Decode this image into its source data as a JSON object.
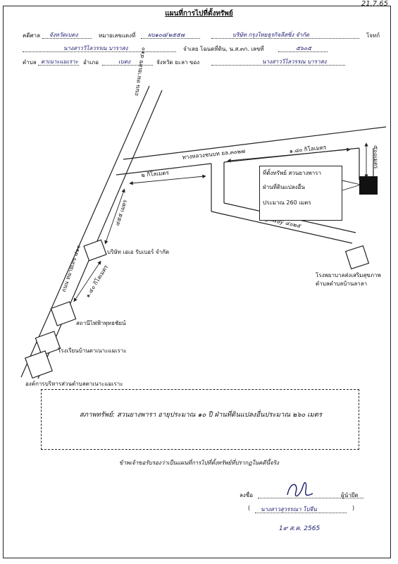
{
  "corner_note": "21.7.65",
  "title": "แผนที่การไปที่ตั้งทรัพย์",
  "header": {
    "court_label": "คดีศาล",
    "court_value": "จังหวัดเบตง",
    "case_label": "หมายเลขแดงที่",
    "case_value": "ผบ๑๐๘/๒๕๕๗",
    "plaintiff_value": "บริษัท กรุงไทยธุรกิจลีสซิ่ง จำกัด",
    "plaintiff_label": "โจทก์",
    "defendant_value": "นางสาววิไลวรรณ บาราสง",
    "land_label": "จำเลย โฉนดที่ดิน, น.ส.๓ก. เลขที่",
    "land_value": "๕๖๐๕",
    "subdistrict_label": "ตำบล",
    "subdistrict_value": "ตาเนาะแมเราะ",
    "district_label": "อำเภอ",
    "district_value": "เบตง",
    "province_label": "จังหวัด ยะลา ของ",
    "owner_value": "นางสาววิไลวรรณ บาราสง"
  },
  "map": {
    "road_left_top": "ถนน หมายเลข ๔๑๐",
    "road_left_bottom": "ถนน หมายเลข ๔๑๐",
    "road_top": "ทางหลวงชนบท ยล.๓๐๒๗",
    "road_highway": "Highway ๔๐๒๕",
    "road_right": "๕๐๐เมตร",
    "dist_2km": "๒ กิโลเมตร",
    "dist_1_80km": "๑.๘๐ กิโลเมตร",
    "dist_455m": "๔๕๕ เมตร",
    "dist_1_40km": "๑.๔๐ กิโลเมตร",
    "company": "บริษัท เอเอ รับเบอร์ จำกัด",
    "power_station": "สถานีไฟฟ้าพุทธชัยน์",
    "school": "โรงเรียนบ้านตาเนาะแมเราะ",
    "sao": "องค์การบริหารส่วนตำบลตาเนาะแมเราะ",
    "hospital_line1": "โรงพยาบาลส่งเสริมสุขภาพ",
    "hospital_line2": "ตำบลตำบลบ้านลาลา",
    "note_line1": "ที่ตั้งทรัพย์ สวนยางพารา",
    "note_line2": "ฝ่านที่ดินแปลงอื่น",
    "note_line3": "ประมาณ 260 เมตร"
  },
  "summary": "สภาพทรัพย์: สวนยางพารา อายุประมาณ ๑๐ ปี ฝ่านที่ดินแปลงอื่นประมาณ ๒๖๐ เมตร",
  "certify": "ข้าพเจ้าขอรับรองว่าเป็นแผนที่การไปที่ตั้งทรัพย์ที่ปรากฏในคดีนี้จริง",
  "signature": {
    "sign_label": "ลงชื่อ",
    "role": "ผู้นำยึด",
    "open_paren": "(",
    "name": "นางสาวสุวรรณา โปจีน",
    "close_paren": ")",
    "date": "1๙ ส.ค. 2565"
  }
}
